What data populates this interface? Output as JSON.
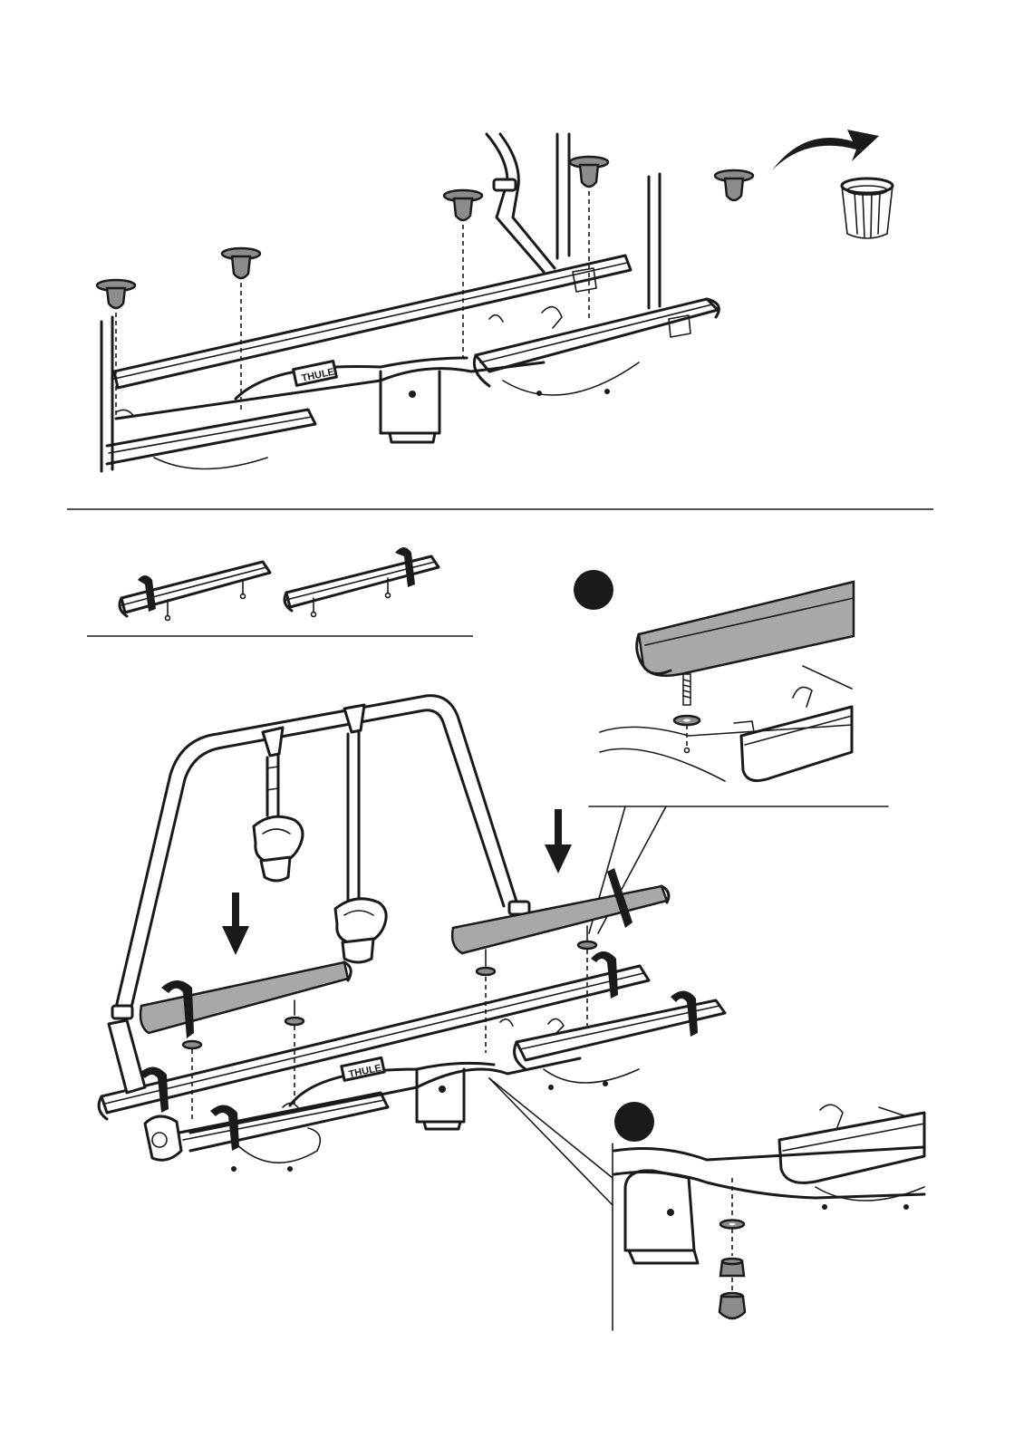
{
  "brand": {
    "logo_text": "THULE"
  },
  "colors": {
    "line": "#1a1a1a",
    "part_gray": "#8c8c8c",
    "rail_highlight": "#a8a8a8",
    "step_badge": "#1a1a1a",
    "background": "#ffffff"
  },
  "step_a": {
    "caps_count": 5,
    "discard_icon": "recycle-bin-icon",
    "arrow_icon": "curved-arrow-icon"
  },
  "step_b": {
    "options_count": 2,
    "detail_badges": [
      "",
      ""
    ],
    "down_arrows": 2,
    "icons": [
      "down-arrow-icon",
      "down-arrow-icon"
    ]
  }
}
